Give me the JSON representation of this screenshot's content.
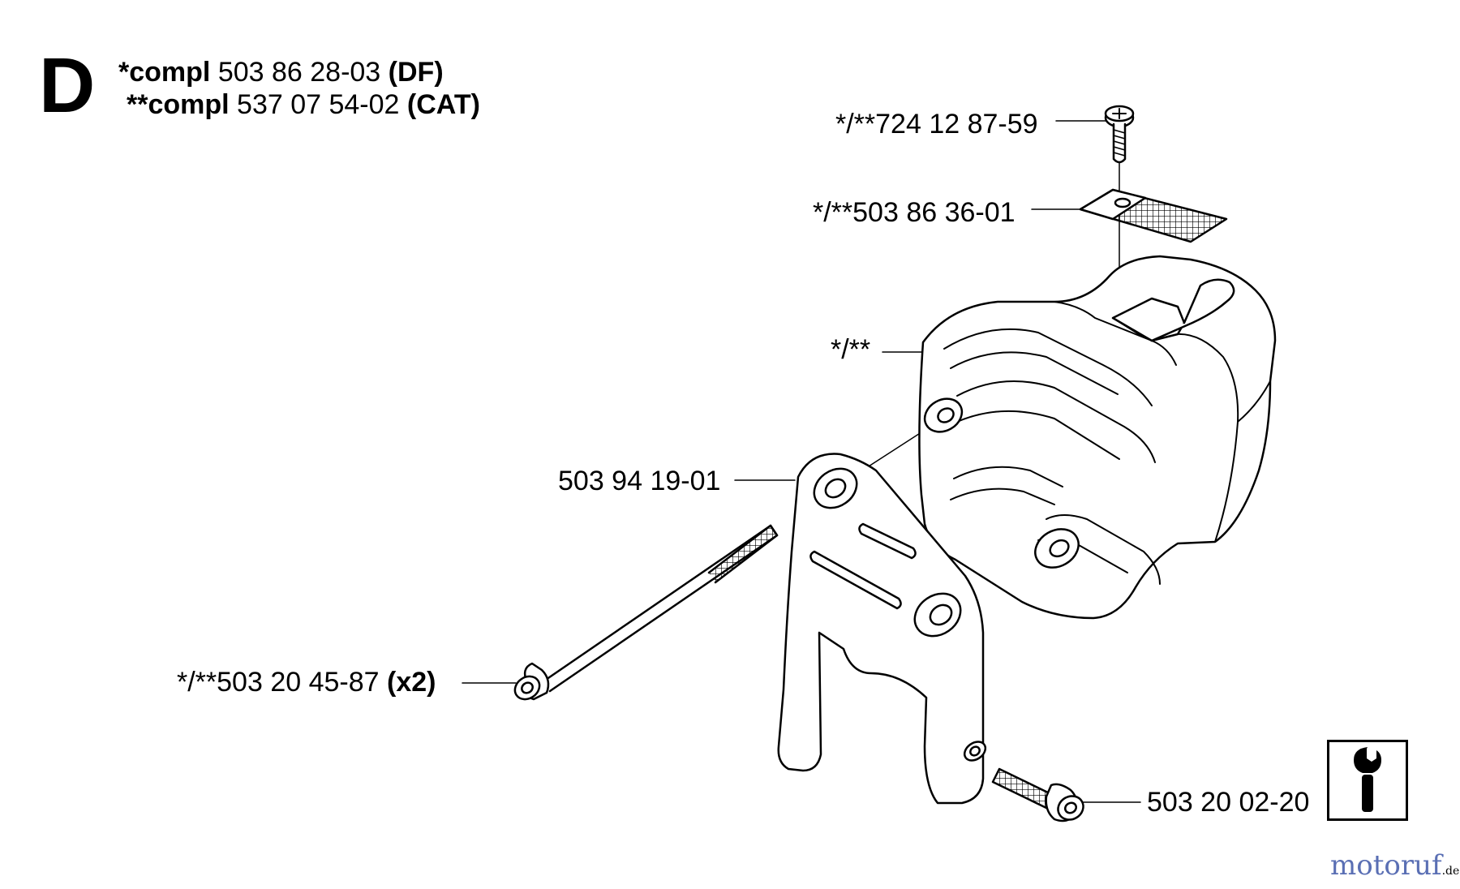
{
  "diagram": {
    "section_letter": "D",
    "kits": [
      {
        "prefix": "*compl",
        "number": "503 86 28-03",
        "variant": "(DF)"
      },
      {
        "prefix": "**compl",
        "number": "537 07 54-02",
        "variant": "(CAT)"
      }
    ],
    "parts": [
      {
        "id": "screw",
        "label": "*/**724 12 87-59",
        "qty": ""
      },
      {
        "id": "screen",
        "label": "*/**503 86 36-01",
        "qty": ""
      },
      {
        "id": "muffler",
        "label": "*/**",
        "qty": ""
      },
      {
        "id": "bracket",
        "label": "503 94 19-01",
        "qty": ""
      },
      {
        "id": "long-bolt",
        "label": "*/**503 20 45-87",
        "qty": "(x2)"
      },
      {
        "id": "short-bolt",
        "label": "503 20 02-20",
        "qty": ""
      }
    ],
    "info_icon": "wrench-info-icon",
    "watermark": {
      "text": "motoruf",
      "suffix": ".de"
    }
  }
}
